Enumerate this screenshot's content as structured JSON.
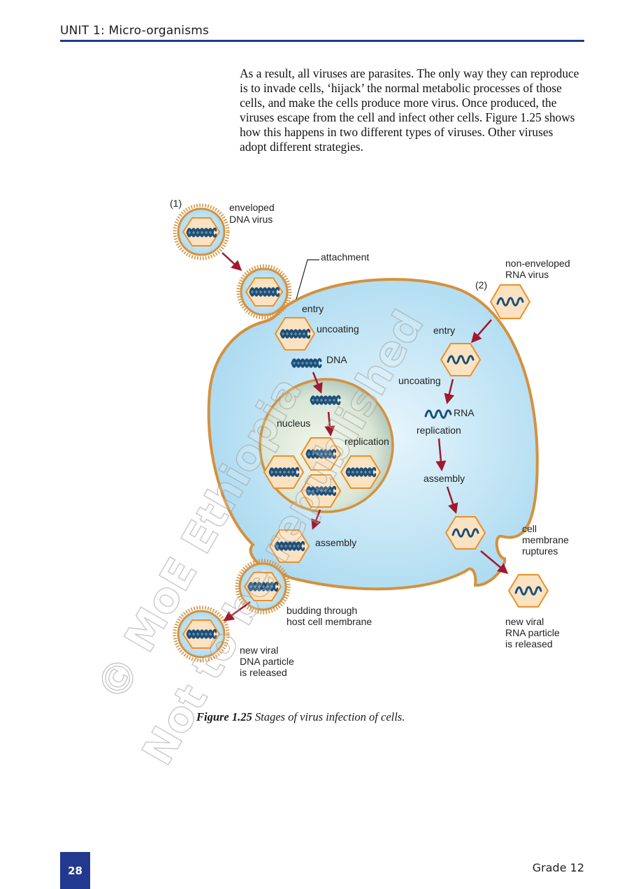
{
  "header": {
    "unit_prefix": "UNIT 1:",
    "unit_title": "Micro-organisms"
  },
  "body_text": "As a result, all viruses are parasites. The only way they can reproduce is to invade cells, ‘hijack’ the normal metabolic processes of those cells, and make the cells produce more virus. Once produced, the viruses escape from the cell and infect other cells. Figure 1.25 shows how this happens in two different types of viruses. Other viruses adopt different strategies.",
  "figure": {
    "caption_label": "Figure 1.25",
    "caption_text": "Stages of virus infection of cells.",
    "labels": {
      "marker_1": "(1)",
      "enveloped_1": "enveloped",
      "enveloped_2": "DNA virus",
      "attachment": "attachment",
      "entry_left": "entry",
      "uncoating_left": "uncoating",
      "dna": "DNA",
      "nucleus": "nucleus",
      "replication_left": "replication",
      "assembly_left": "assembly",
      "budding_1": "budding through",
      "budding_2": "host cell membrane",
      "new_dna_1": "new viral",
      "new_dna_2": "DNA particle",
      "new_dna_3": "is released",
      "marker_2": "(2)",
      "nonenv_1": "non-enveloped",
      "nonenv_2": "RNA virus",
      "entry_right": "entry",
      "uncoating_right": "uncoating",
      "rna": "RNA",
      "replication_right": "replication",
      "assembly_right": "assembly",
      "rupture_1": "cell",
      "rupture_2": "membrane",
      "rupture_3": "ruptures",
      "new_rna_1": "new viral",
      "new_rna_2": "RNA particle",
      "new_rna_3": "is released"
    },
    "colors": {
      "cell_fill": "#bfe3f4",
      "membrane": "#d4913e",
      "capsid_fill": "#fbe3c2",
      "capsid_stroke": "#eb8f2a",
      "nucleic_acid": "#1b4f7a",
      "arrow": "#a0192e"
    }
  },
  "watermark": {
    "line_1": "© MoE Ethiopia",
    "line_2": "Not to be republished"
  },
  "footer": {
    "page_number": "28",
    "grade": "Grade 12"
  }
}
